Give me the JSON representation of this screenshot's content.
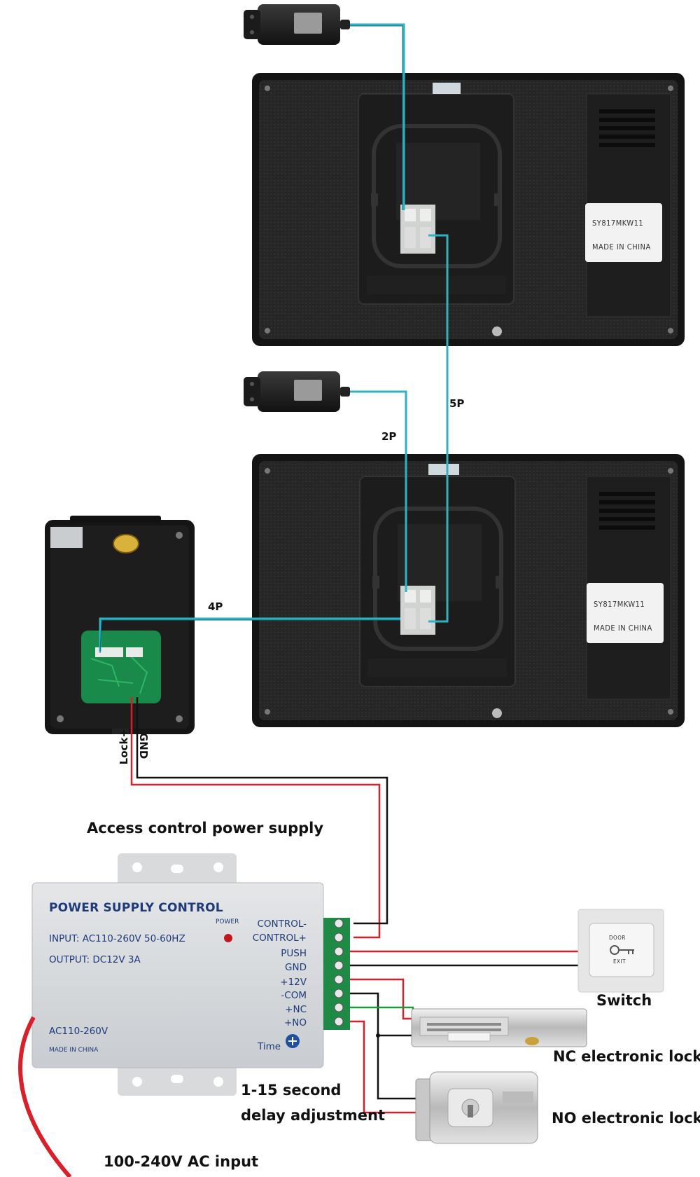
{
  "monitor_top": {
    "model_tag": "SY817MKW11",
    "origin_tag": "MADE  IN  CHINA"
  },
  "monitor_bottom": {
    "model_tag": "SY817MKW11",
    "origin_tag": "MADE  IN  CHINA"
  },
  "wire_labels": {
    "five_pin": "5P",
    "two_pin": "2P",
    "four_pin": "4P",
    "gnd": "GND",
    "lock_plus": "Lock+"
  },
  "power_supply": {
    "heading": "Access control power supply",
    "title": "POWER SUPPLY CONTROL",
    "input": "INPUT: AC110-260V 50-60HZ",
    "output": "OUTPUT: DC12V  3A",
    "power_led": "POWER",
    "ac_range": "AC110-260V",
    "made_in": "MADE IN CHINA",
    "time": "Time",
    "terminals": [
      "CONTROL-",
      "CONTROL+",
      "PUSH",
      "GND",
      "+12V",
      "-COM",
      "+NC",
      "+NO"
    ]
  },
  "labels": {
    "switch": "Switch",
    "nc_lock": "NC electronic lock",
    "no_lock": "NO electronic lock",
    "delay_line1": "1-15 second",
    "delay_line2": "delay adjustment",
    "ac_input": "100-240V AC input"
  },
  "exit_button": {
    "top": "DOOR",
    "bottom": "EXIT"
  },
  "colors": {
    "cyan_wire": "#2bb3c4",
    "red_wire": "#d81f2a",
    "black_wire": "#111111",
    "green_wire": "#1a9a3a",
    "monitor_body": "#1c1c1c"
  }
}
